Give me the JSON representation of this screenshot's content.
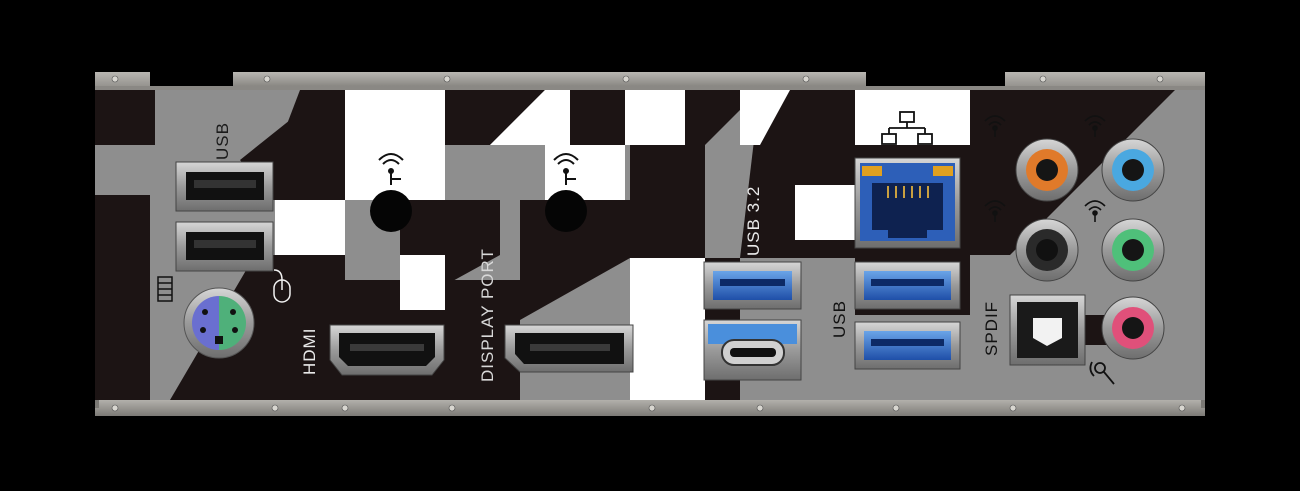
{
  "image": {
    "subject": "motherboard-rear-io-shield",
    "background_color": "#000000",
    "shield_colors": {
      "gray": "#8e8e8e",
      "dark": "#1c1414",
      "white": "#ffffff",
      "rim": "#9c9a96"
    }
  },
  "labels": {
    "usb_top": "USB",
    "hdmi": "HDMI",
    "display_port": "DISPLAY PORT",
    "usb_3_2": "USB 3.2",
    "usb_right": "USB",
    "spdif": "SPDIF"
  },
  "ports": {
    "usb_a_black": 2,
    "usb_a_blue": 3,
    "usb_c": 1,
    "audio_jacks": [
      "orange",
      "light-blue",
      "black",
      "green",
      "pink"
    ],
    "audio_jack_colors": {
      "orange": "#e07a2a",
      "light-blue": "#4aa8e0",
      "black": "#2a2a2a",
      "green": "#4fc07a",
      "pink": "#e0507a"
    }
  },
  "icons": [
    "antenna-icon",
    "keyboard-icon",
    "mouse-icon",
    "ethernet-network-icon",
    "audio-wave-icon",
    "microphone-icon"
  ]
}
